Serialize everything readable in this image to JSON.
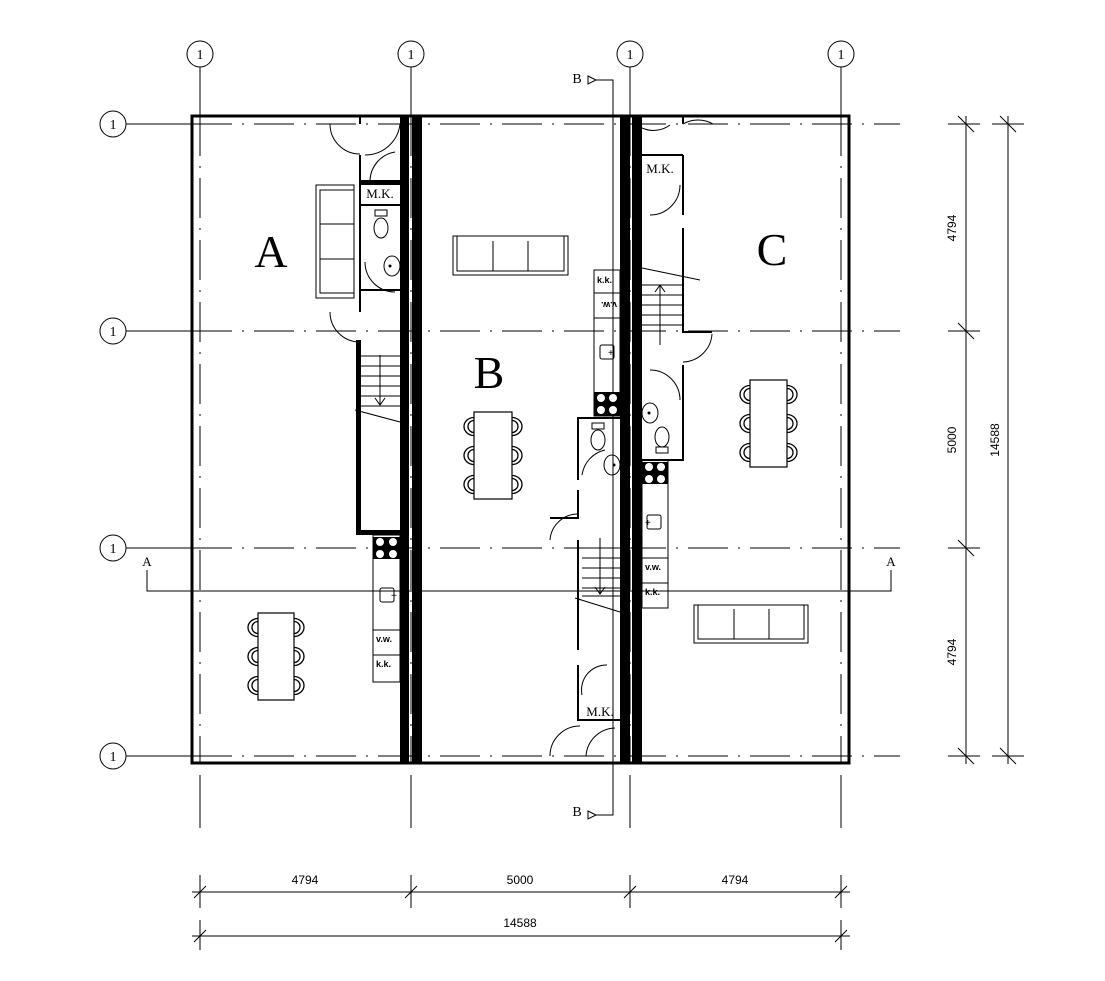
{
  "grid_bubbles": {
    "top": [
      "1",
      "1",
      "1",
      "1"
    ],
    "left": [
      "1",
      "1",
      "1",
      "1"
    ]
  },
  "units": {
    "a": "A",
    "b": "B",
    "c": "C"
  },
  "rooms": {
    "meter_cupboard": [
      "M.K.",
      "M.K.",
      "M.K."
    ],
    "fridge": [
      "k.k.",
      "k.k.",
      "k.k."
    ],
    "freezer": [
      "v.w.",
      "v.w.",
      "v.w."
    ]
  },
  "sections": {
    "a_left": "A",
    "a_right": "A",
    "b_top": "B",
    "b_bottom": "B"
  },
  "dimensions": {
    "horizontal": [
      "4794",
      "5000",
      "4794"
    ],
    "horizontal_total": "14588",
    "vertical": [
      "4794",
      "5000",
      "4794"
    ],
    "vertical_total": "14588"
  }
}
